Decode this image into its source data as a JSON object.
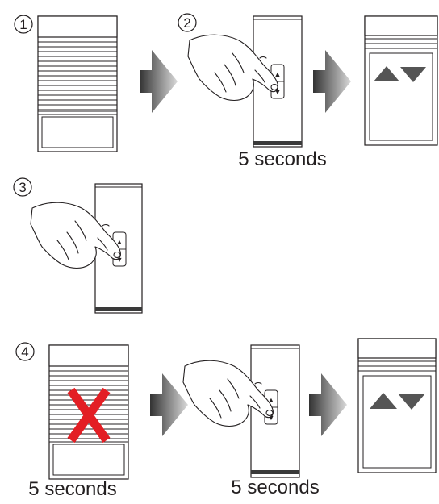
{
  "steps": [
    {
      "number": "1"
    },
    {
      "number": "2",
      "caption": "5 seconds"
    },
    {
      "number": "3"
    },
    {
      "number": "4",
      "caption_left": "5 seconds",
      "caption_right": "5 seconds"
    }
  ],
  "remote_buttons": {
    "up": "▲",
    "down": "▼"
  },
  "colors": {
    "outline": "#231f20",
    "arrow_dark": "#3a3a3a",
    "arrow_light": "#d4d4d4",
    "indicator": "#555555",
    "cross": "#e31e24",
    "background": "#ffffff"
  },
  "icons": {
    "shutter": "roller-shutter-icon",
    "hand": "pointing-hand-icon",
    "remote": "remote-control-icon",
    "arrow": "right-arrow-icon",
    "cross": "red-x-icon",
    "indicator": "up-down-triangles-icon"
  }
}
